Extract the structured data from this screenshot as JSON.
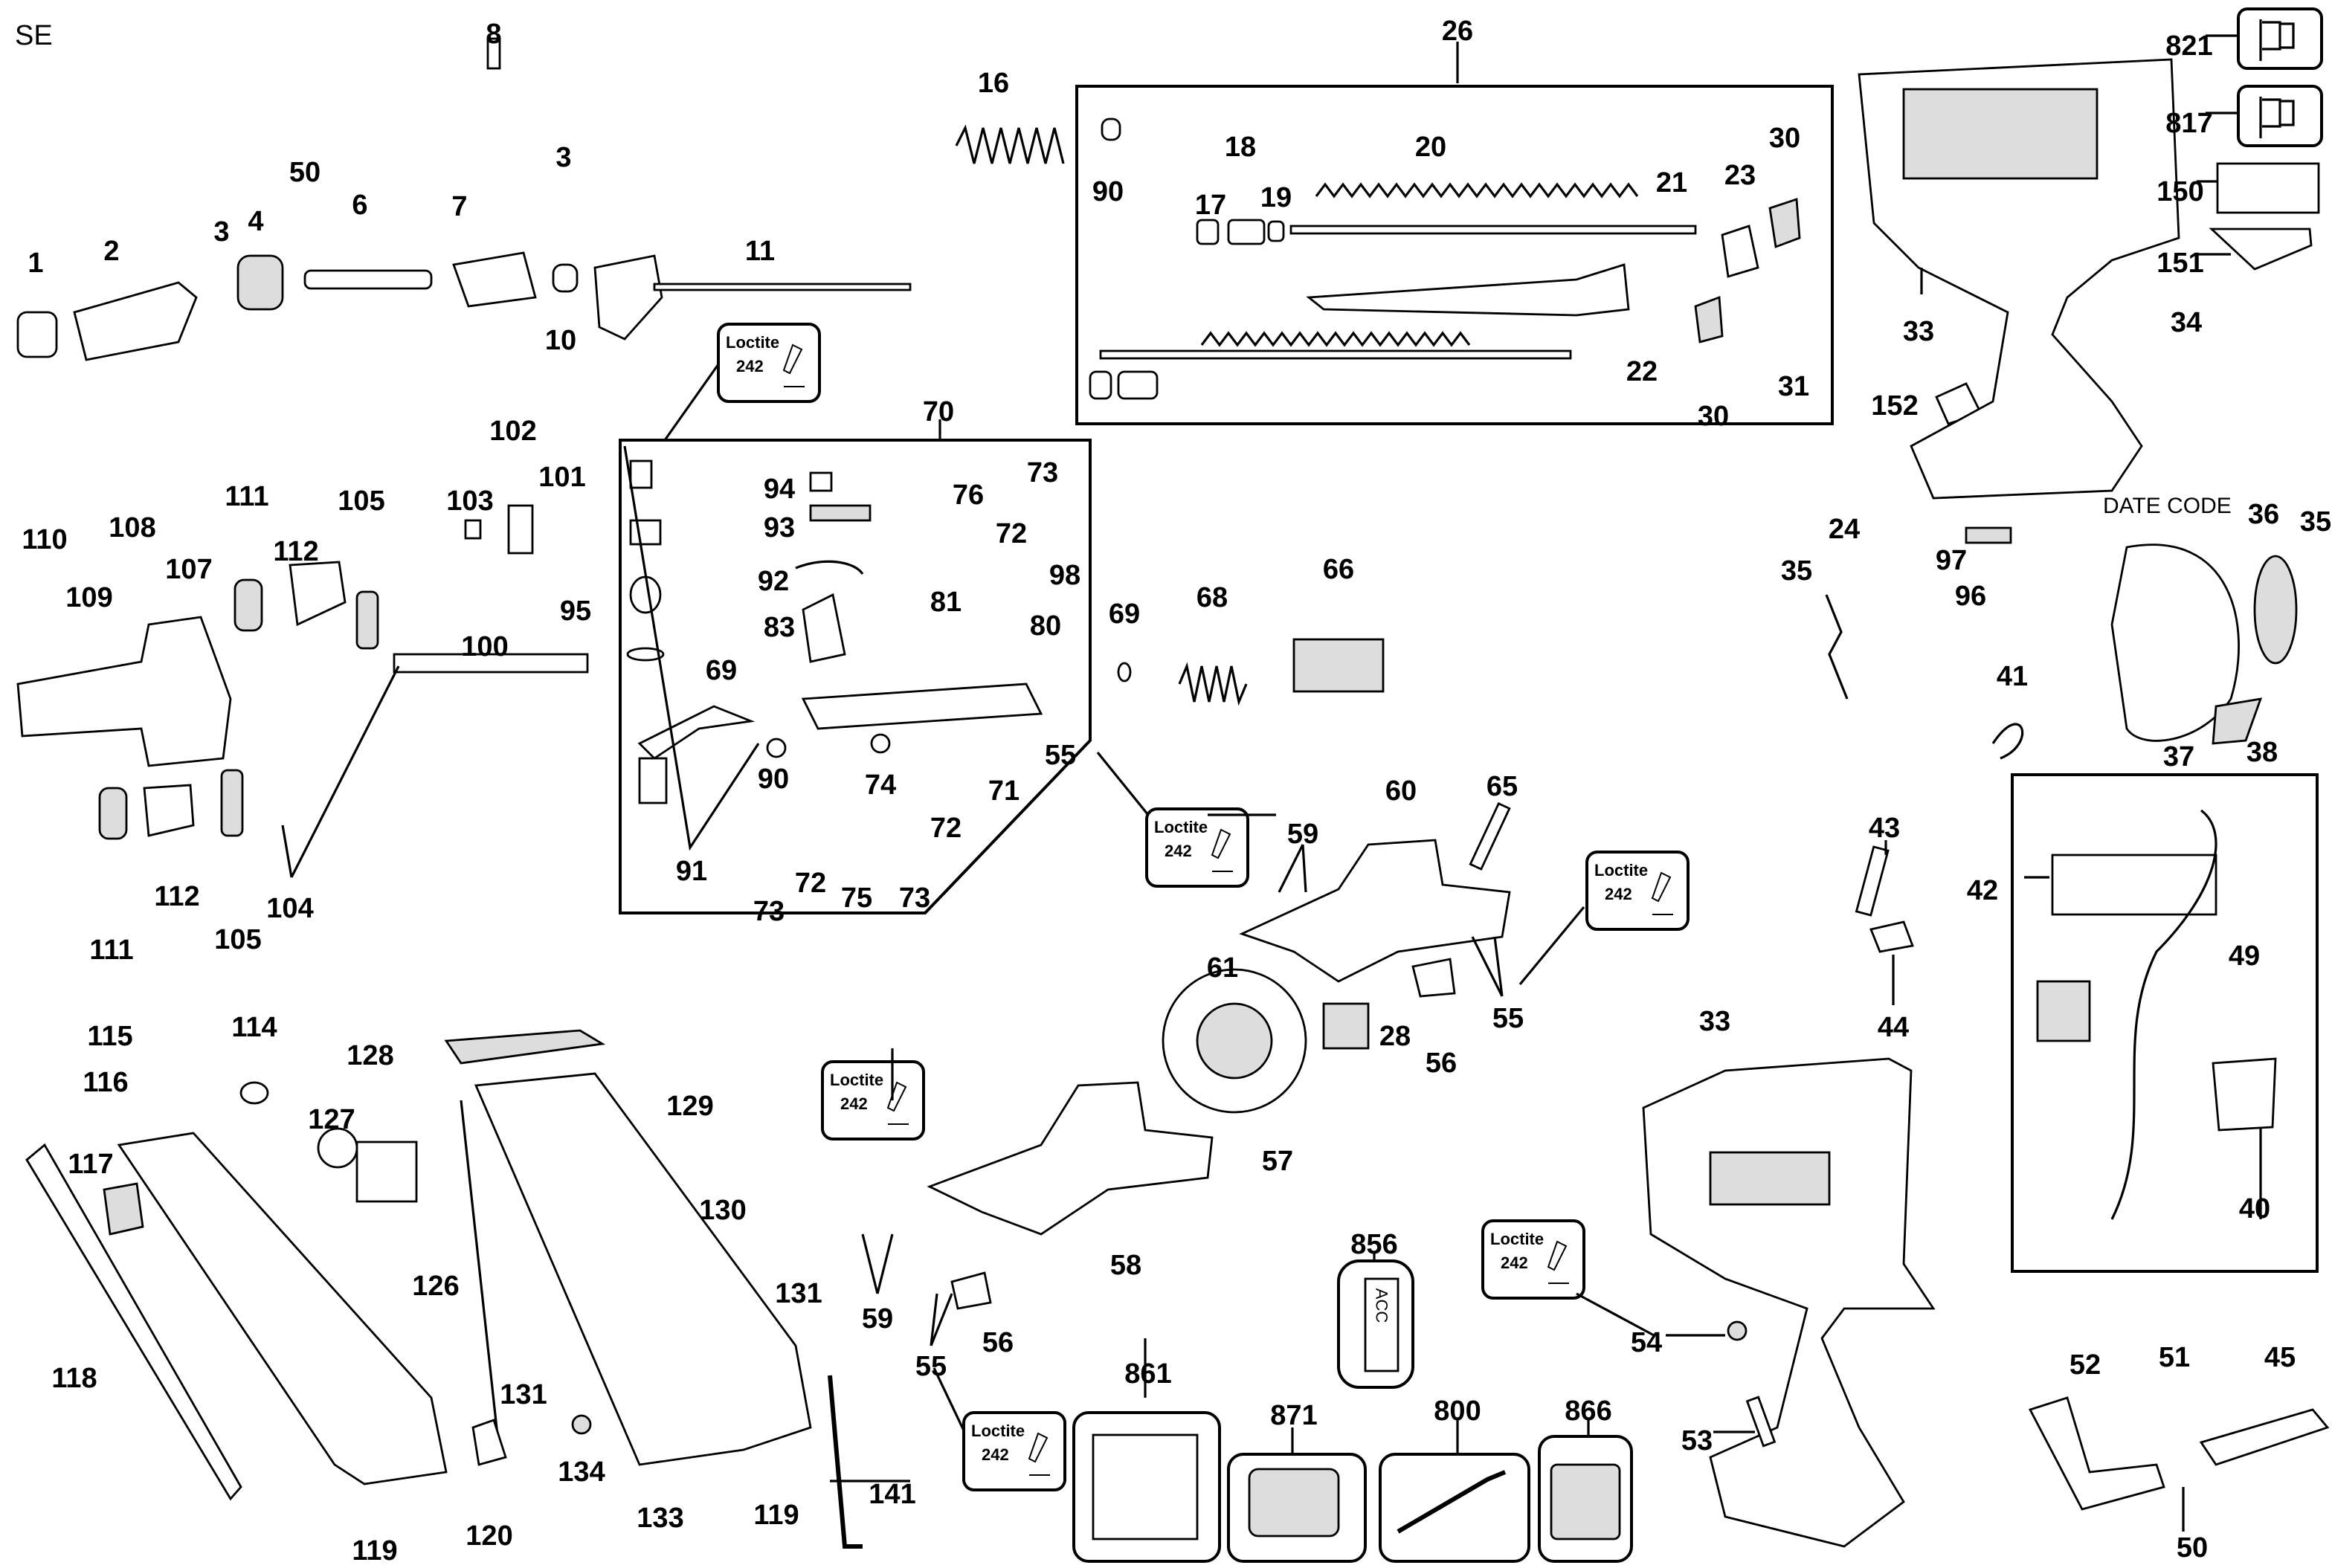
{
  "diagram": {
    "corner_label": "SE",
    "date_code_label": "DATE CODE",
    "acc_label_text": "ACC",
    "loctite": {
      "line1": "Loctite",
      "line2": "242"
    },
    "callouts": [
      "8",
      "3",
      "50",
      "4",
      "6",
      "7",
      "3",
      "10",
      "11",
      "1",
      "2",
      "16",
      "26",
      "90",
      "18",
      "17",
      "19",
      "20",
      "21",
      "23",
      "30",
      "22",
      "31",
      "30",
      "821",
      "817",
      "150",
      "151",
      "33",
      "34",
      "152",
      "36",
      "35",
      "97",
      "96",
      "35",
      "24",
      "41",
      "37",
      "38",
      "42",
      "49",
      "40",
      "43",
      "44",
      "33",
      "54",
      "53",
      "52",
      "51",
      "45",
      "50",
      "70",
      "94",
      "93",
      "73",
      "76",
      "72",
      "92",
      "98",
      "83",
      "81",
      "80",
      "69",
      "90",
      "74",
      "71",
      "55",
      "72",
      "91",
      "72",
      "75",
      "73",
      "73",
      "69",
      "68",
      "66",
      "59",
      "60",
      "65",
      "61",
      "28",
      "56",
      "55",
      "57",
      "58",
      "59",
      "56",
      "55",
      "856",
      "861",
      "871",
      "800",
      "866",
      "110",
      "108",
      "111",
      "109",
      "107",
      "112",
      "105",
      "103",
      "102",
      "101",
      "95",
      "100",
      "104",
      "111",
      "112",
      "105",
      "115",
      "114",
      "116",
      "128",
      "127",
      "117",
      "129",
      "130",
      "126",
      "118",
      "131",
      "131",
      "134",
      "120",
      "119",
      "133",
      "119",
      "141"
    ]
  }
}
